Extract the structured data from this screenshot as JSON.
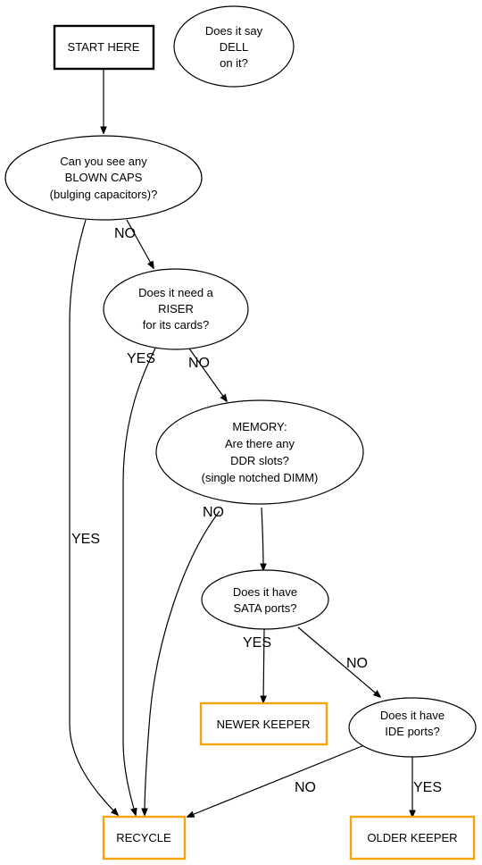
{
  "colors": {
    "outcome_border": "#f5a50a",
    "stroke": "#000000",
    "background": "#ffffff"
  },
  "nodes": {
    "start": {
      "lines": [
        "START HERE"
      ]
    },
    "dell": {
      "lines": [
        "Does it say",
        "DELL",
        "on it?"
      ]
    },
    "caps": {
      "lines": [
        "Can you see any",
        "BLOWN CAPS",
        "(bulging capacitors)?"
      ]
    },
    "riser": {
      "lines": [
        "Does it need a",
        "RISER",
        "for its cards?"
      ]
    },
    "memory": {
      "lines": [
        "MEMORY:",
        "Are there any",
        "DDR slots?",
        "(single notched DIMM)"
      ]
    },
    "sata": {
      "lines": [
        "Does it have",
        "SATA ports?"
      ]
    },
    "ide": {
      "lines": [
        "Does it have",
        "IDE ports?"
      ]
    },
    "newer": {
      "lines": [
        "NEWER KEEPER"
      ]
    },
    "recycle": {
      "lines": [
        "RECYCLE"
      ]
    },
    "older": {
      "lines": [
        "OLDER KEEPER"
      ]
    }
  },
  "edge_labels": {
    "caps_no": "NO",
    "caps_yes": "YES",
    "riser_yes": "YES",
    "riser_no": "NO",
    "memory_no": "NO",
    "sata_yes": "YES",
    "sata_no": "NO",
    "ide_no": "NO",
    "ide_yes": "YES"
  }
}
